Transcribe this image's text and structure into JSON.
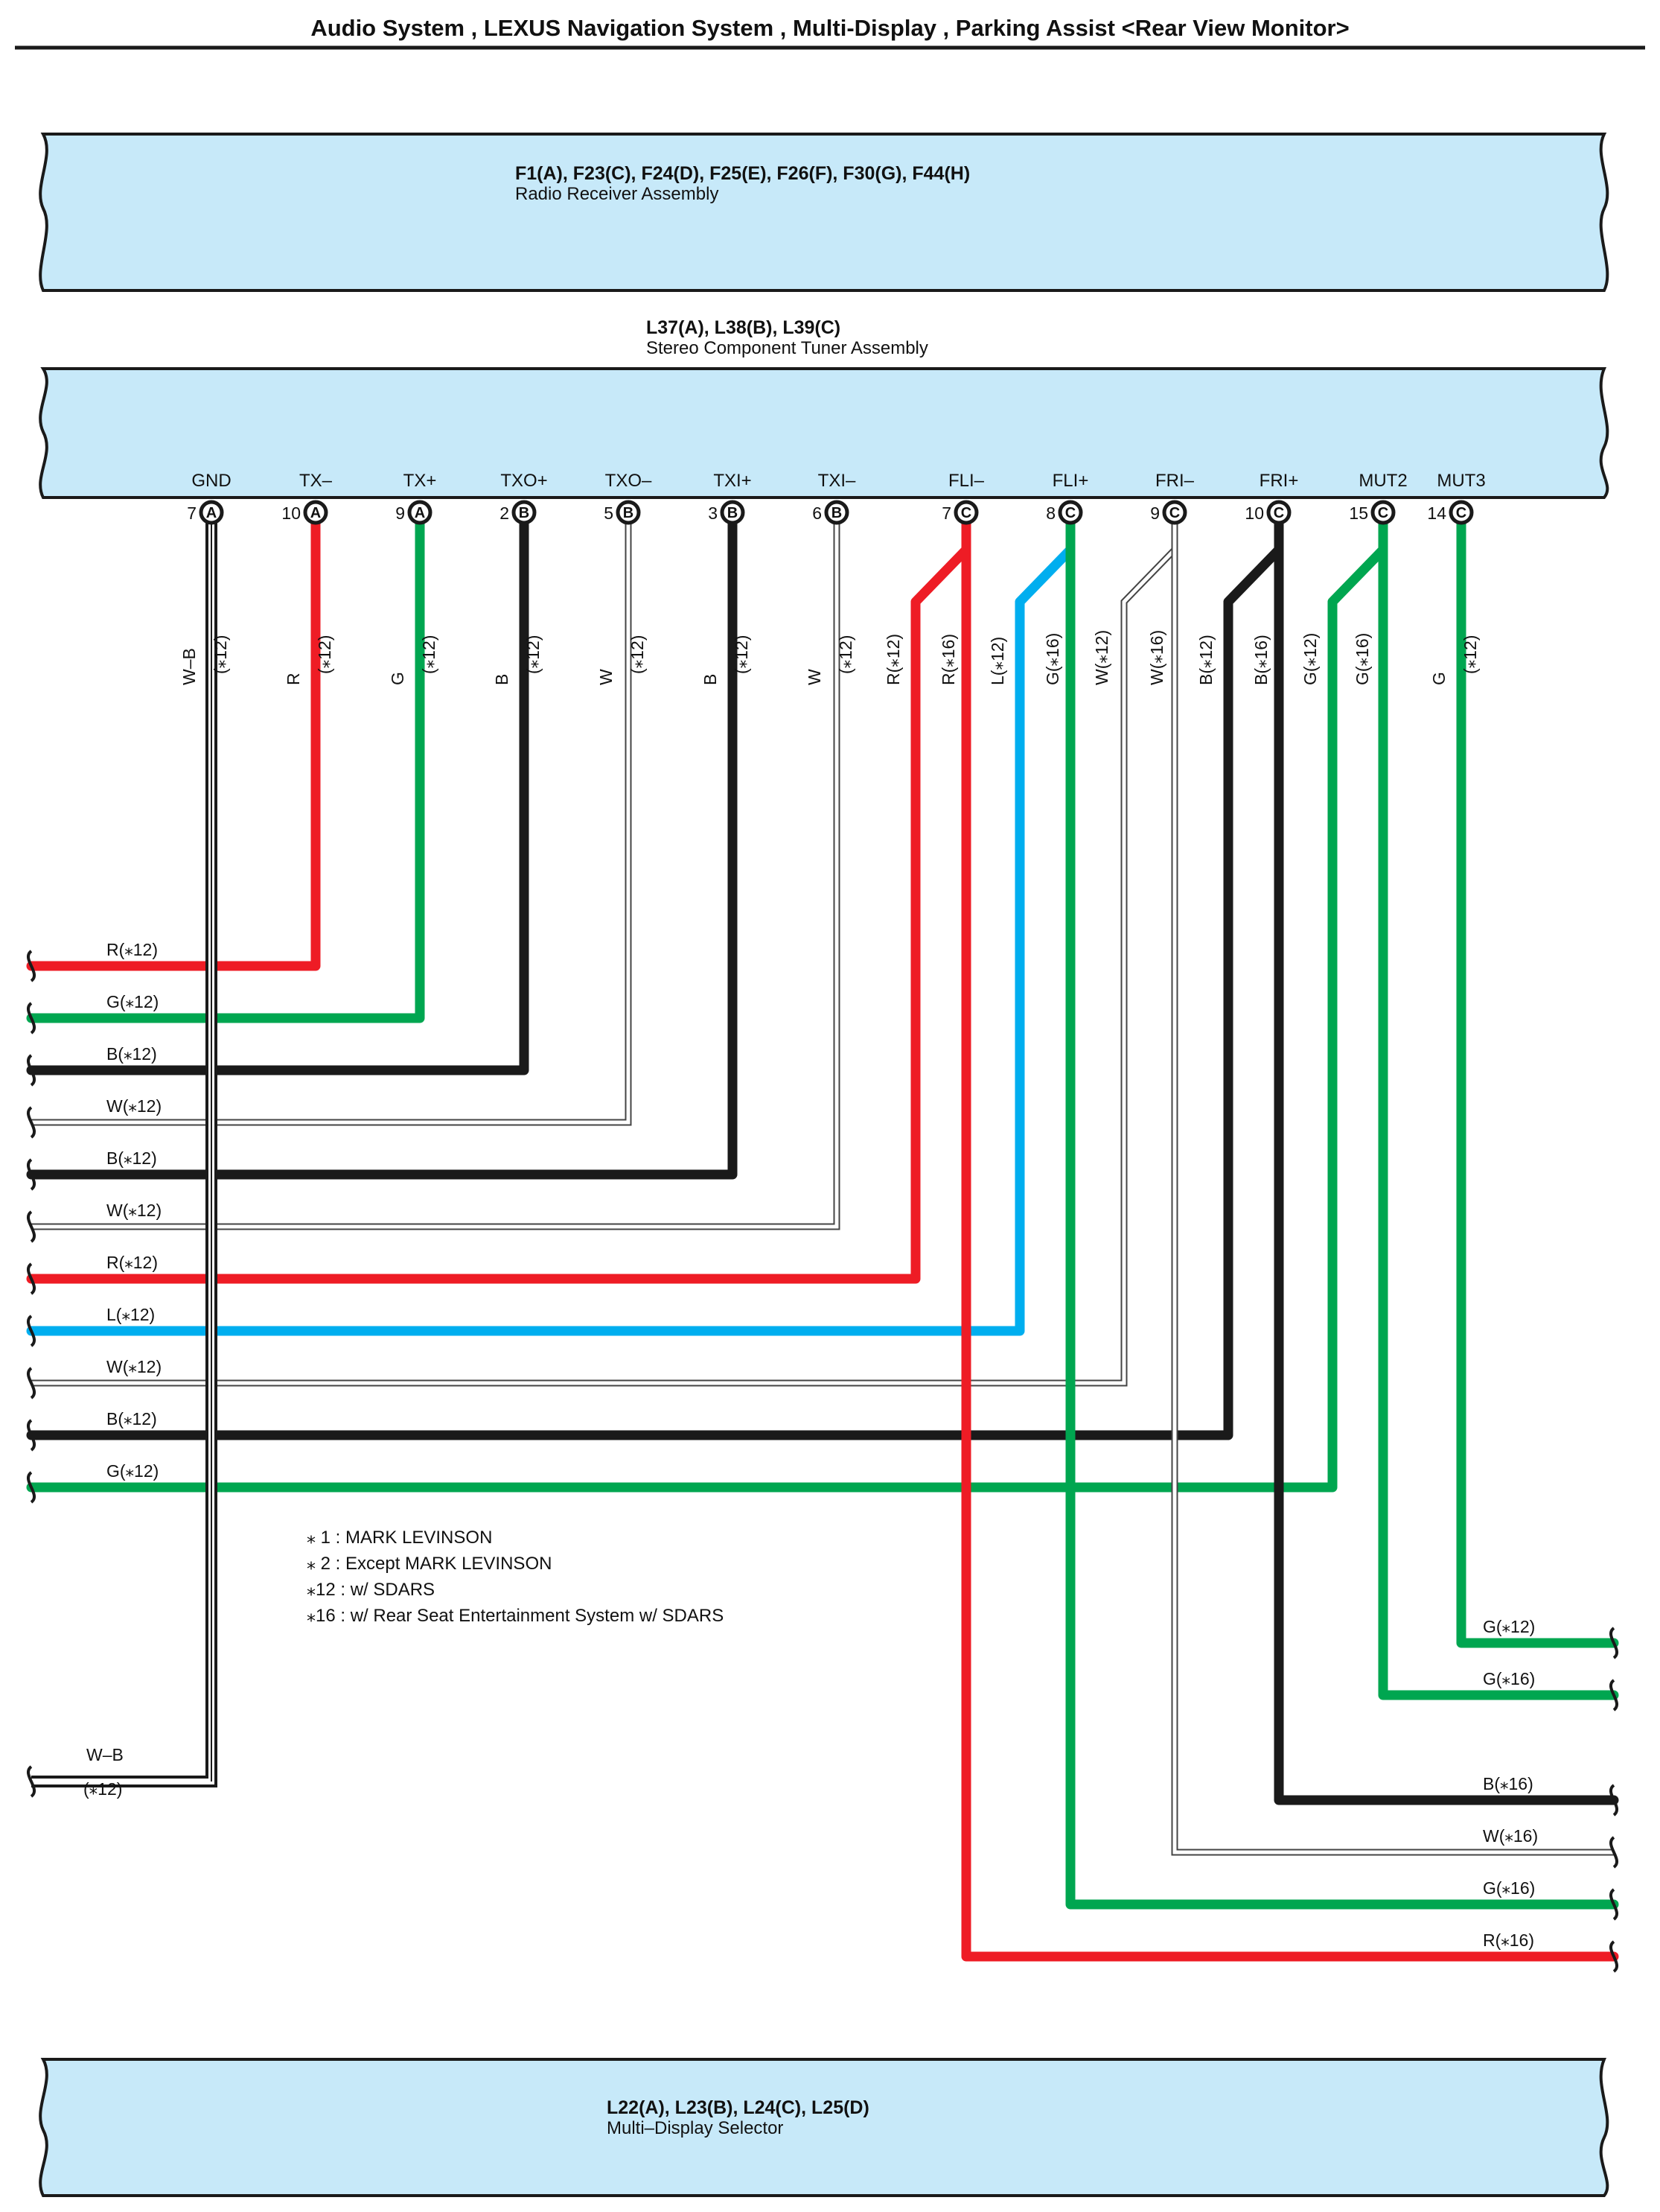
{
  "title": "Audio System , LEXUS Navigation System , Multi-Display , Parking Assist <Rear View Monitor>",
  "colors": {
    "R": "#ee1c25",
    "G": "#00a650",
    "B": "#1a1a1a",
    "W": "#ffffff",
    "L": "#00aeef",
    "WB": "#ffffff",
    "box_fill": "#c7e9f9",
    "box_stroke": "#1a1a1a"
  },
  "components": {
    "radio_receiver": {
      "codes": "F1(A), F23(C), F24(D), F25(E), F26(F), F30(G), F44(H)",
      "name": "Radio Receiver Assembly"
    },
    "stereo_tuner": {
      "codes": "L37(A), L38(B), L39(C)",
      "name": "Stereo Component Tuner Assembly"
    },
    "multi_display": {
      "codes": "L22(A), L23(B), L24(C), L25(D)",
      "name": "Multi–Display Selector"
    }
  },
  "terminals": [
    {
      "id": "GND",
      "name": "GND",
      "pin": "7",
      "connector": "A"
    },
    {
      "id": "TXm",
      "name": "TX–",
      "pin": "10",
      "connector": "A"
    },
    {
      "id": "TXp",
      "name": "TX+",
      "pin": "9",
      "connector": "A"
    },
    {
      "id": "TXOp",
      "name": "TXO+",
      "pin": "2",
      "connector": "B"
    },
    {
      "id": "TXOm",
      "name": "TXO–",
      "pin": "5",
      "connector": "B"
    },
    {
      "id": "TXIp",
      "name": "TXI+",
      "pin": "3",
      "connector": "B"
    },
    {
      "id": "TXIm",
      "name": "TXI–",
      "pin": "6",
      "connector": "B"
    },
    {
      "id": "FLIm",
      "name": "FLI–",
      "pin": "7",
      "connector": "C"
    },
    {
      "id": "FLIp",
      "name": "FLI+",
      "pin": "8",
      "connector": "C"
    },
    {
      "id": "FRIm",
      "name": "FRI–",
      "pin": "9",
      "connector": "C"
    },
    {
      "id": "FRIp",
      "name": "FRI+",
      "pin": "10",
      "connector": "C"
    },
    {
      "id": "MUT2",
      "name": "MUT2",
      "pin": "15",
      "connector": "C"
    },
    {
      "id": "MUT3",
      "name": "MUT3",
      "pin": "14",
      "connector": "C"
    }
  ],
  "wire_tags": [
    {
      "color": "W–B",
      "note": "(⁎12)"
    },
    {
      "color": "R",
      "note": "(⁎12)"
    },
    {
      "color": "G",
      "note": "(⁎12)"
    },
    {
      "color": "B",
      "note": "(⁎12)"
    },
    {
      "color": "W",
      "note": "(⁎12)"
    },
    {
      "color": "B",
      "note": "(⁎12)"
    },
    {
      "color": "W",
      "note": "(⁎12)"
    },
    {
      "color": "R(⁎12)",
      "note": ""
    },
    {
      "color": "R(⁎16)",
      "note": ""
    },
    {
      "color": "L(⁎12)",
      "note": ""
    },
    {
      "color": "G(⁎16)",
      "note": ""
    },
    {
      "color": "W(⁎12)",
      "note": ""
    },
    {
      "color": "W(⁎16)",
      "note": ""
    },
    {
      "color": "B(⁎12)",
      "note": ""
    },
    {
      "color": "B(⁎16)",
      "note": ""
    },
    {
      "color": "G(⁎12)",
      "note": ""
    },
    {
      "color": "G(⁎16)",
      "note": ""
    },
    {
      "color": "G",
      "note": "(⁎12)"
    }
  ],
  "left_wires": [
    "R(⁎12)",
    "G(⁎12)",
    "B(⁎12)",
    "W(⁎12)",
    "B(⁎12)",
    "W(⁎12)",
    "R(⁎12)",
    "L(⁎12)",
    "W(⁎12)",
    "B(⁎12)",
    "G(⁎12)"
  ],
  "gnd_wire": {
    "color": "W–B",
    "note": "(⁎12)"
  },
  "right_wires": [
    "G(⁎12)",
    "G(⁎16)",
    "B(⁎16)",
    "W(⁎16)",
    "G(⁎16)",
    "R(⁎16)"
  ],
  "notes": [
    "⁎ 1 : MARK LEVINSON",
    "⁎ 2 : Except MARK LEVINSON",
    "⁎12 : w/ SDARS",
    "⁎16 : w/ Rear Seat Entertainment System w/ SDARS"
  ]
}
